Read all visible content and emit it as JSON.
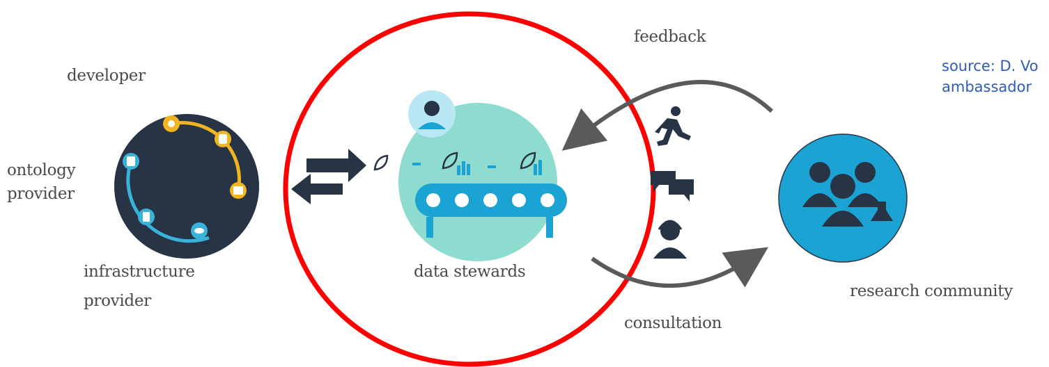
{
  "roles": {
    "developer": "developer",
    "ontology_provider": [
      "ontology",
      "provider"
    ],
    "infrastructure_provider": [
      "infrastructure",
      "provider"
    ],
    "data_stewards": "data stewards",
    "research_community": "research community"
  },
  "interactions": {
    "feedback": "feedback",
    "consultation": "consultation"
  },
  "source_note": [
    "source: D. Vo",
    "ambassador"
  ],
  "colors": {
    "dark_navy": "#263445",
    "gold": "#f0b51f",
    "cyan": "#3ab3d9",
    "teal_blob": "#8edbd0",
    "community_blue": "#1aa3d3",
    "highlight_red": "#ff0000",
    "arrow_gray": "#5a5a5a"
  },
  "icons": [
    "gear-icon",
    "database-icon",
    "server-icon",
    "document-icon",
    "handshake-icon",
    "calculator-icon",
    "person-with-headset-icon",
    "leaf-icon",
    "conveyor-belt-icon",
    "running-person-icon",
    "chat-bubbles-icon",
    "support-agent-icon",
    "people-group-icon",
    "lab-flask-icon"
  ]
}
